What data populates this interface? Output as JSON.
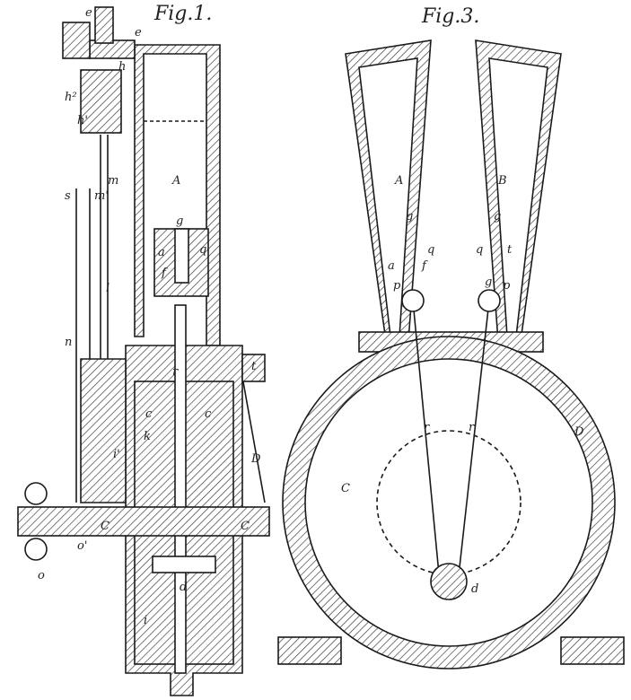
{
  "figures": [
    {
      "title": "Fig.1.",
      "labels": [
        "e",
        "e",
        "h",
        "h²",
        "h'",
        "m",
        "m'",
        "s",
        "n",
        "l",
        "A",
        "g",
        "q",
        "a",
        "f",
        "t",
        "r",
        "c",
        "c",
        "k",
        "i'",
        "C",
        "C",
        "D",
        "o'",
        "o",
        "d",
        "i"
      ]
    },
    {
      "title": "Fig.3.",
      "labels": [
        "A",
        "B",
        "g",
        "g",
        "q",
        "q",
        "t",
        "a",
        "f",
        "p",
        "p",
        "g'",
        "r",
        "r",
        "C",
        "D",
        "d"
      ]
    }
  ],
  "colors": {
    "ink": "#1a1a1a",
    "paper": "#ffffff"
  }
}
